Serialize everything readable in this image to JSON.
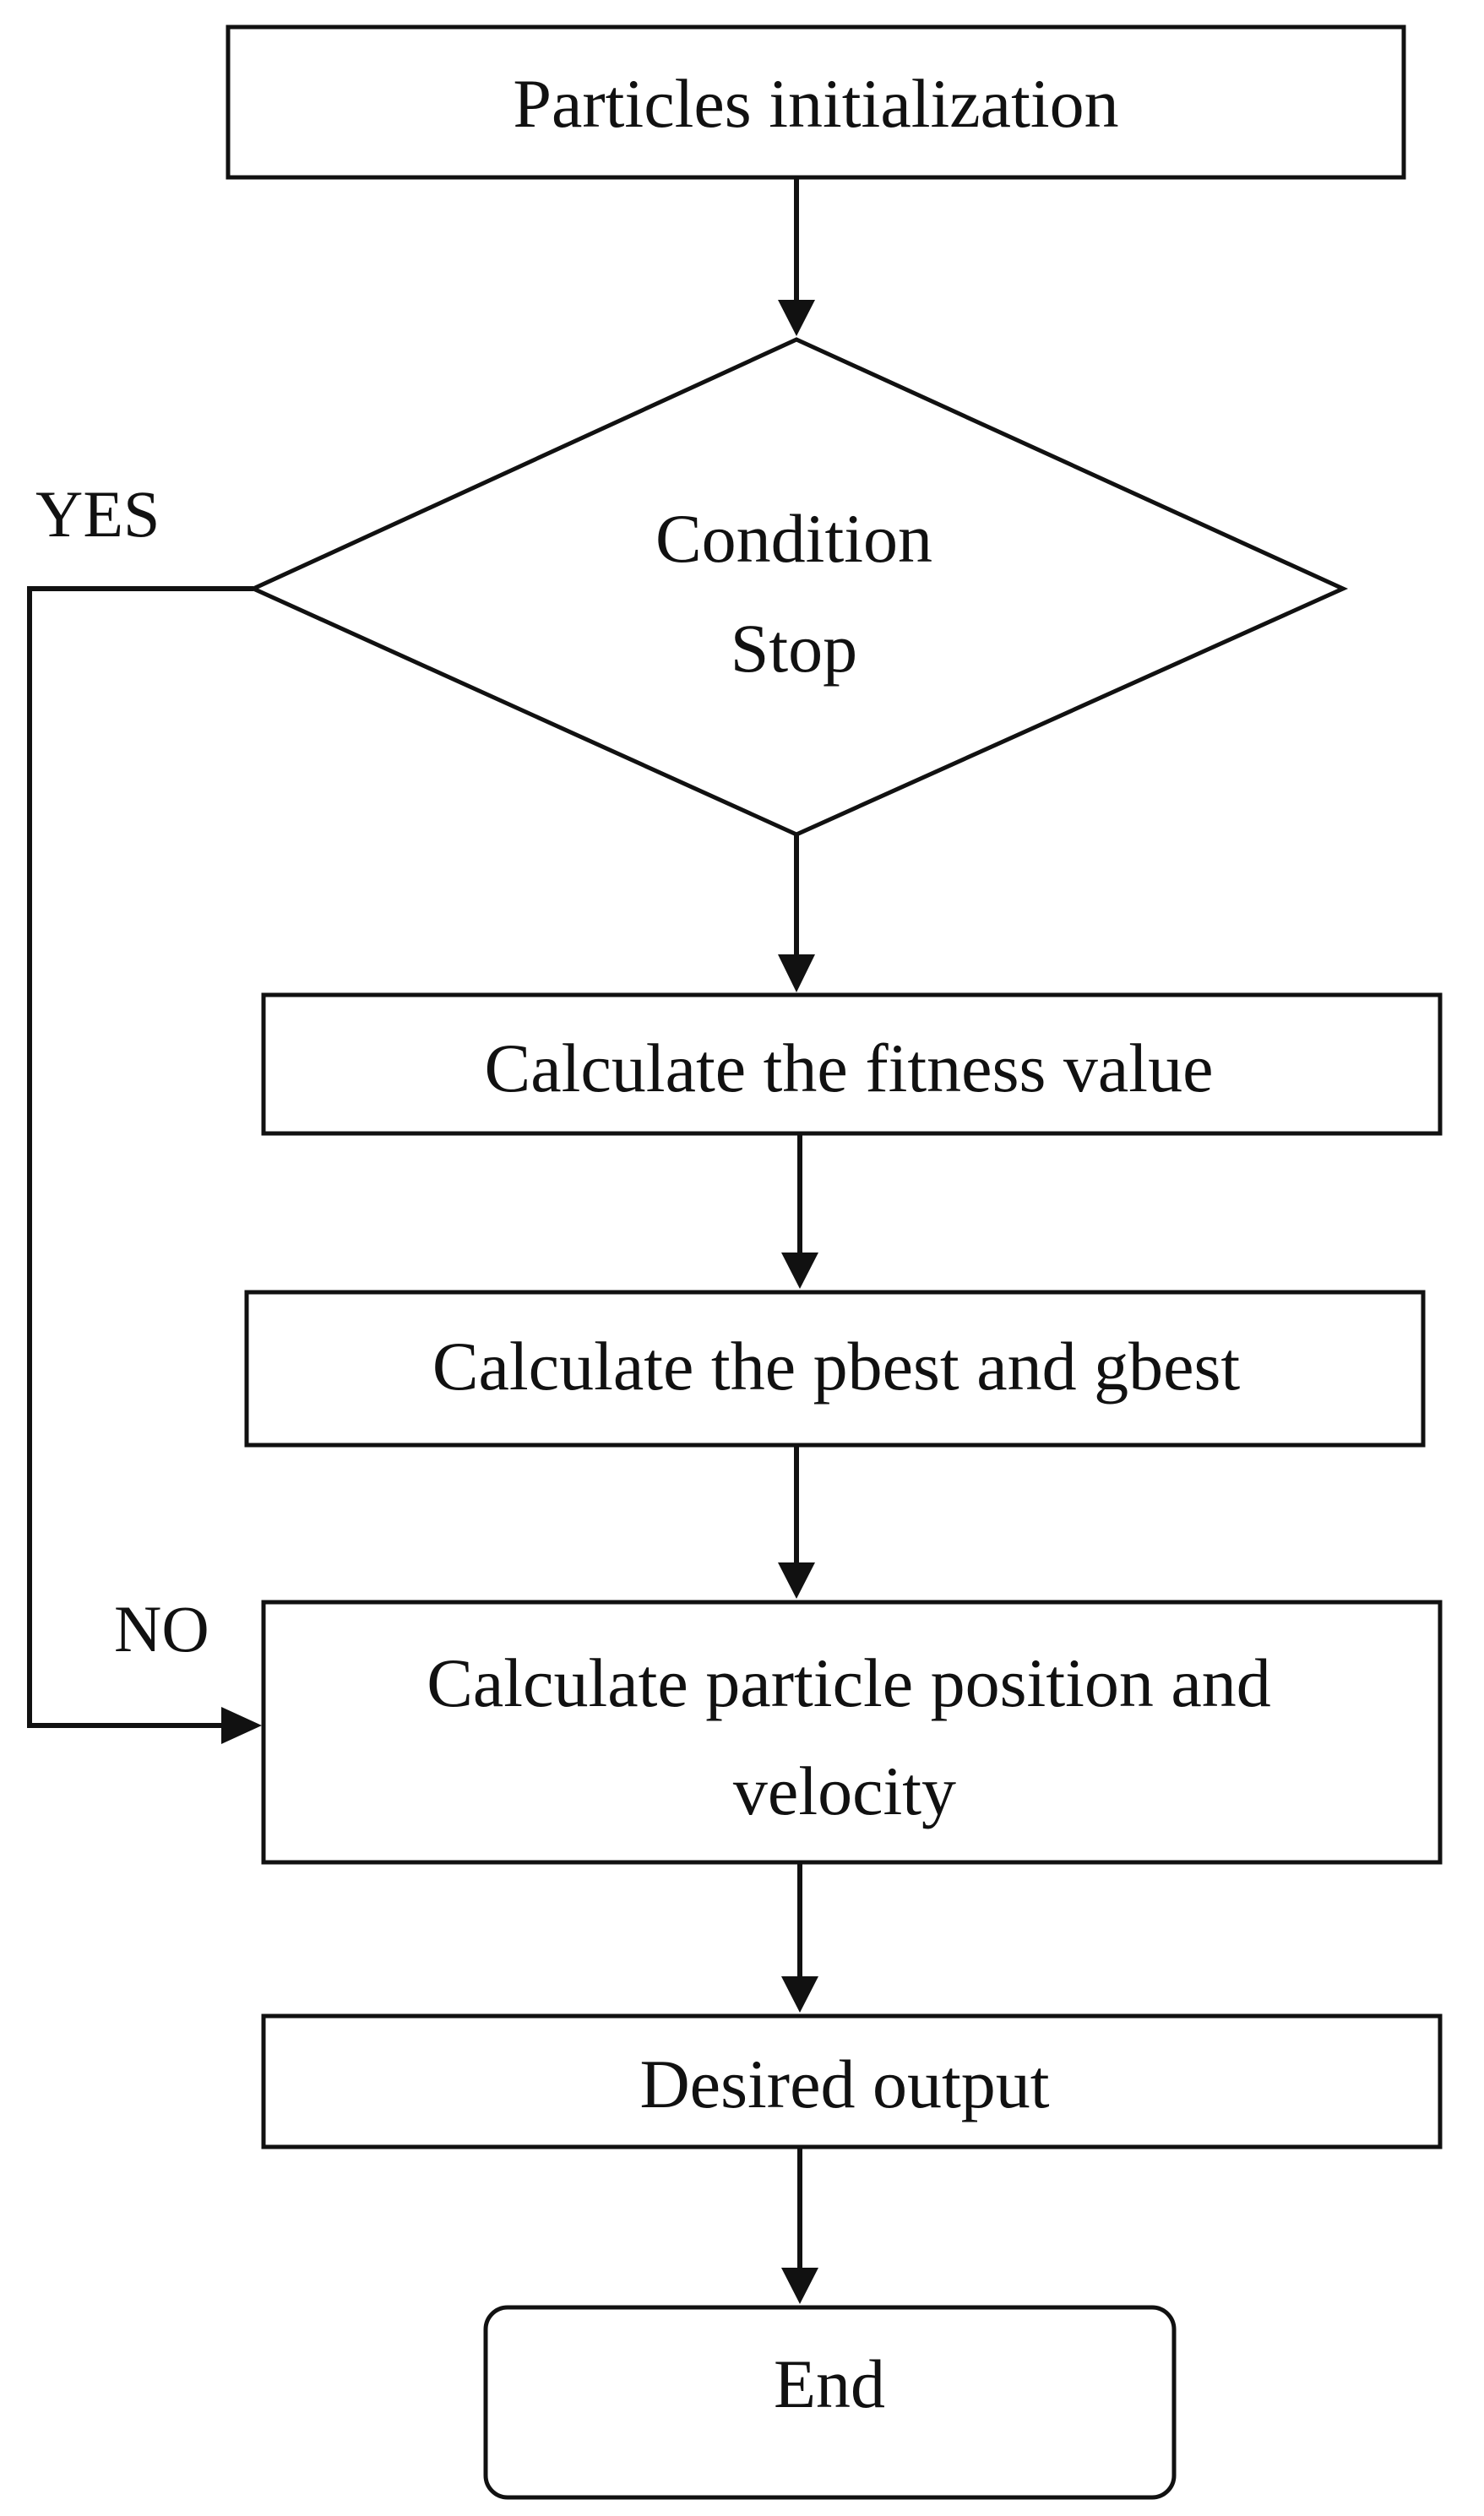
{
  "steps": {
    "init": "Particles initialization",
    "condition_line1": "Condition",
    "condition_line2": "Stop",
    "fitness": "Calculate the fitness value",
    "pbest_gbest": "Calculate the pbest and gbest",
    "update_line1": "Calculate particle position and",
    "update_line2": "velocity",
    "output": "Desired output",
    "end": "End"
  },
  "branches": {
    "yes": "YES",
    "no": "NO"
  }
}
